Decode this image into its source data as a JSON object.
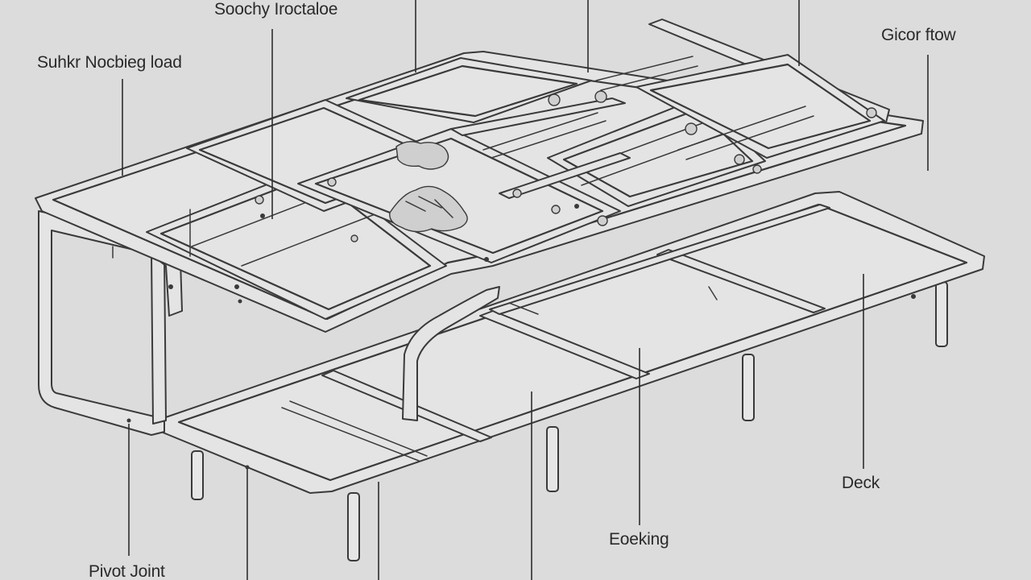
{
  "labels": {
    "top_center": "Soochy Iroctaloe",
    "top_left": "Suhkr Nocbieg load",
    "top_right": "Gicor ftow",
    "deck": "Deck",
    "locking": "Eoeking",
    "pivot_joint": "Pivot Joint"
  }
}
